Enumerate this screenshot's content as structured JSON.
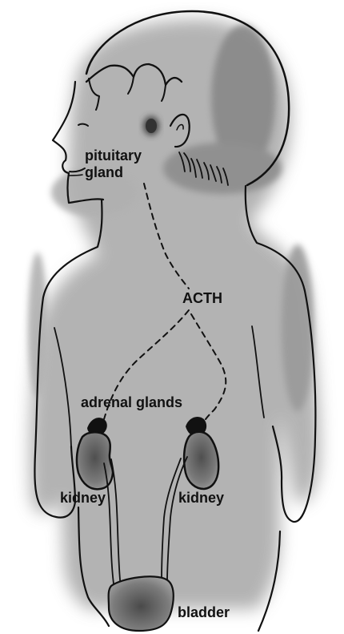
{
  "labels": {
    "pituitary_gland": "pituitary\ngland",
    "acth": "ACTH",
    "adrenal_glands": "adrenal glands",
    "kidney_left": "kidney",
    "kidney_right": "kidney",
    "bladder": "bladder"
  },
  "colors": {
    "outline": "#111111",
    "shadow": "#8f8f8f",
    "organ_fill": "#6f6f6f",
    "background": "#ffffff"
  }
}
